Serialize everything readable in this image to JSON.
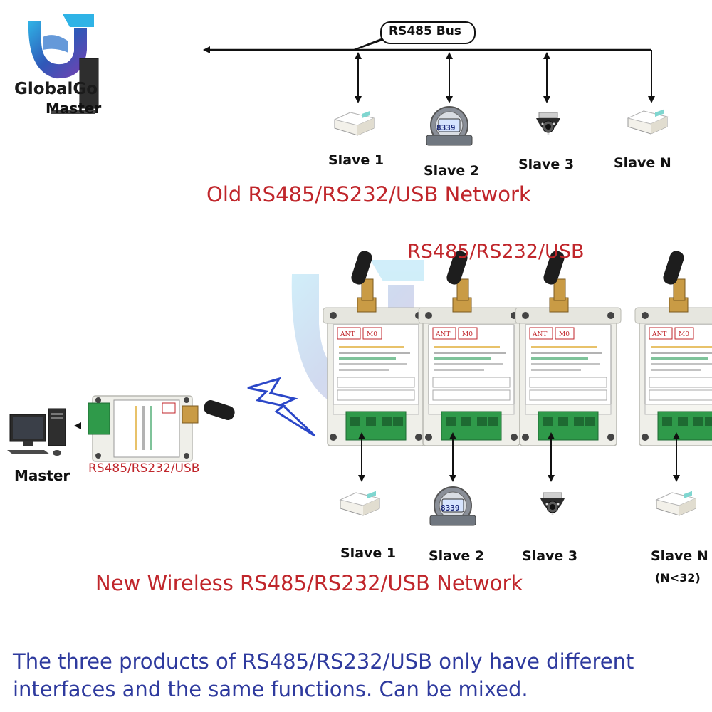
{
  "logo": {
    "brand": "GlobalGo",
    "watermark": "GlobalGo"
  },
  "old_network": {
    "master_label": "Master",
    "bus_label": "RS485 Bus",
    "slaves": [
      "Slave 1",
      "Slave 2",
      "Slave 3",
      "Slave N"
    ],
    "title": "Old RS485/RS232/USB Network",
    "meter_reading": "8339"
  },
  "new_network": {
    "top_label": "RS485/RS232/USB",
    "master_label": "Master",
    "master_module_label": "RS485/RS232/USB",
    "slaves": [
      "Slave 1",
      "Slave 2",
      "Slave 3",
      "Slave N"
    ],
    "slave_n_note": "(N<32)",
    "title": "New Wireless RS485/RS232/USB Network",
    "module_ant": "ANT",
    "module_mode": "M0",
    "meter_reading": "8339"
  },
  "caption": {
    "line1": "The three products of RS485/RS232/USB only have different",
    "line2": "interfaces and the same functions. Can be mixed."
  },
  "colors": {
    "accent_red": "#c0262b",
    "caption_blue": "#2e3a9e",
    "terminal_green": "#2f9a4a",
    "logo_blue": "#2f58b8"
  }
}
